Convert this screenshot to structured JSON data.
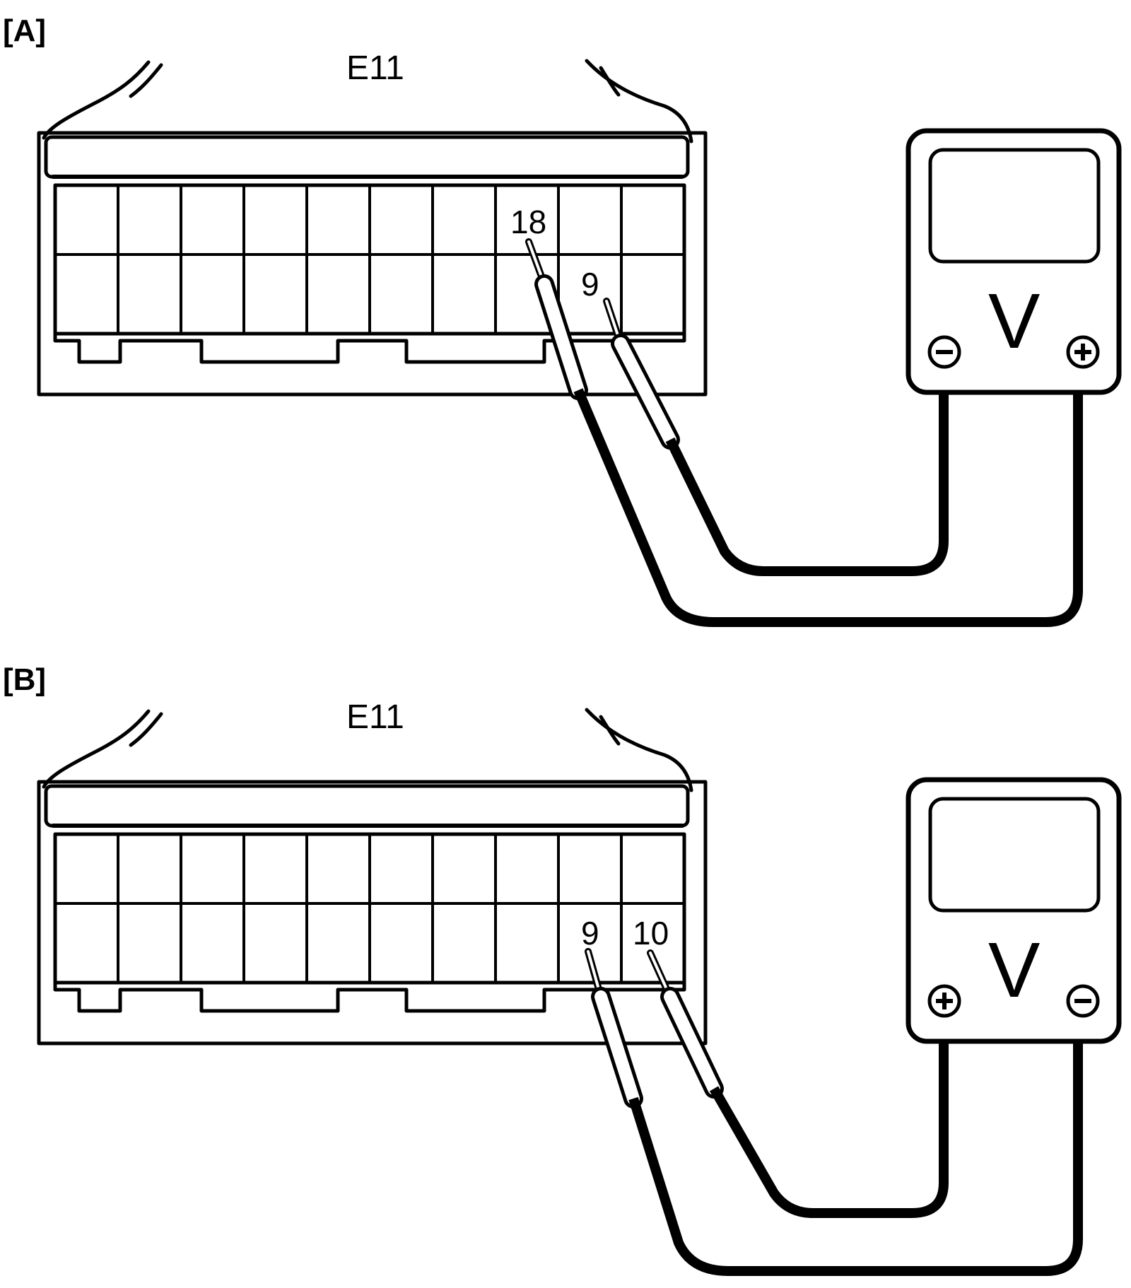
{
  "colors": {
    "ink": "#000000",
    "paper": "#ffffff"
  },
  "panels": [
    {
      "id": "A",
      "label": "[A]",
      "connector": "E11",
      "pins": [
        {
          "label": "18"
        },
        {
          "label": "9"
        }
      ],
      "meter": {
        "letter": "V",
        "left_terminal": "minus-icon",
        "right_terminal": "plus-icon"
      }
    },
    {
      "id": "B",
      "label": "[B]",
      "connector": "E11",
      "pins": [
        {
          "label": "9"
        },
        {
          "label": "10"
        }
      ],
      "meter": {
        "letter": "V",
        "left_terminal": "plus-icon",
        "right_terminal": "minus-icon"
      }
    }
  ]
}
